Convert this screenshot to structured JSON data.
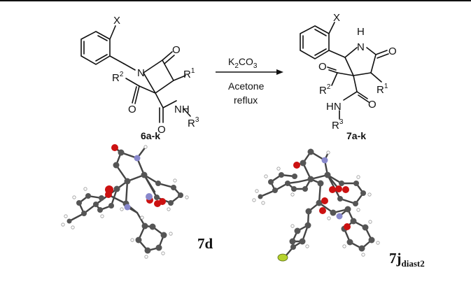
{
  "scheme": {
    "reactant": {
      "label": "6a-k",
      "atoms": {
        "x": "X",
        "n": "N",
        "o_lactam": "O",
        "o_ketone": "O",
        "o_amide": "O",
        "nh": "NH"
      },
      "groups": {
        "r1": "R",
        "r1_sup": "1",
        "r2": "R",
        "r2_sup": "2",
        "r3": "R",
        "r3_sup": "3"
      }
    },
    "conditions": {
      "reagent": "K",
      "reagent_sub": "2",
      "reagent_mid": "CO",
      "reagent_sub2": "3",
      "solvent": "Acetone",
      "temperature": "reflux"
    },
    "product": {
      "label": "7a-k",
      "atoms": {
        "x": "X",
        "h": "H",
        "n": "N",
        "o_lactam": "O",
        "o_ketone": "O",
        "o_amide": "O",
        "hn": "HN"
      },
      "groups": {
        "r1": "R",
        "r1_sup": "1",
        "r2": "R",
        "r2_sup": "2",
        "r3": "R",
        "r3_sup": "3"
      }
    }
  },
  "structures": [
    {
      "label": "7d",
      "label_sub": ""
    },
    {
      "label": "7j",
      "label_sub": "diast2"
    }
  ],
  "colors": {
    "oxygen": "#cc1111",
    "nitrogen": "#8888cc",
    "fluorine": "#b5d22e",
    "carbon": "#555555",
    "hydrogen": "#ffffff"
  }
}
